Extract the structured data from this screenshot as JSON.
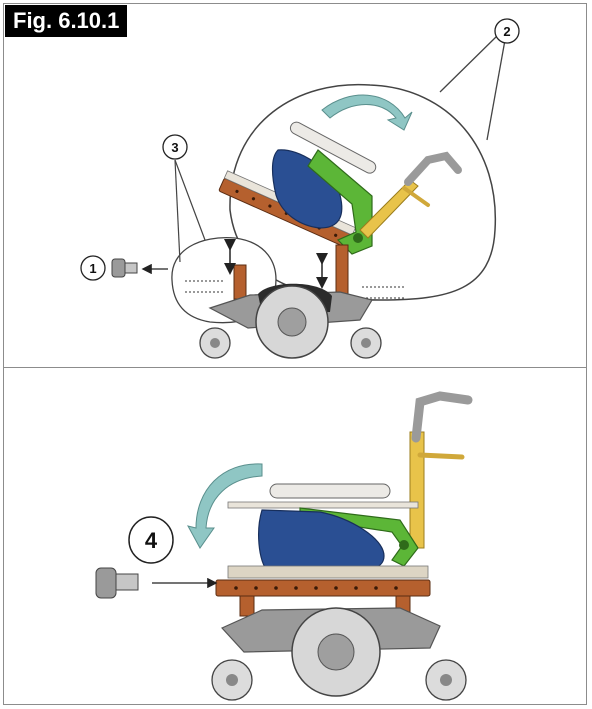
{
  "figure": {
    "label": "Fig. 6.10.1"
  },
  "callouts": [
    "1",
    "2",
    "3",
    "4"
  ],
  "colors": {
    "frame": "#8c8c8c",
    "seat_pan_brown": "#b5602e",
    "cushion_blue": "#2a4f93",
    "hinge_green": "#5cb637",
    "backpost_yellow": "#e8c34a",
    "arrow_teal": "#8fc6c4",
    "wheel_gray": "#d7d7d7",
    "base_gray": "#9a9a9a"
  },
  "icons": [
    "knob-bolt-icon",
    "rotate-arrow-icon",
    "double-arrow-icon"
  ]
}
